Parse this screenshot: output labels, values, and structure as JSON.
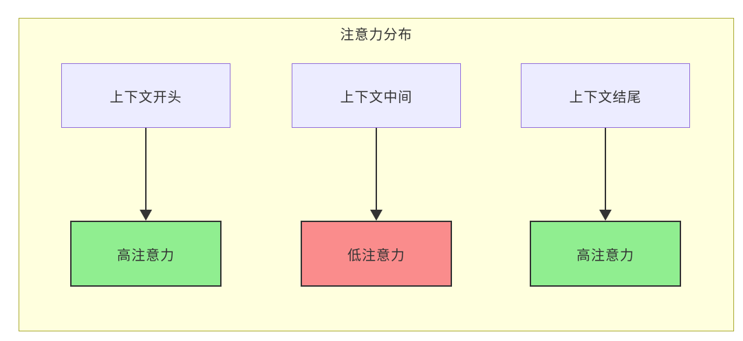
{
  "diagram": {
    "title": "注意力分布",
    "columns": [
      {
        "source": "上下文开头",
        "target": "高注意力",
        "level": "high"
      },
      {
        "source": "上下文中间",
        "target": "低注意力",
        "level": "low"
      },
      {
        "source": "上下文结尾",
        "target": "高注意力",
        "level": "high"
      }
    ],
    "colors": {
      "panel_bg": "#ffffde",
      "panel_border": "#aaaa33",
      "source_bg": "#ececff",
      "source_border": "#9370db",
      "high_attention_bg": "#90ee90",
      "low_attention_bg": "#fa8c8c",
      "target_border": "#333333",
      "arrow": "#333333",
      "text": "#333333"
    }
  }
}
